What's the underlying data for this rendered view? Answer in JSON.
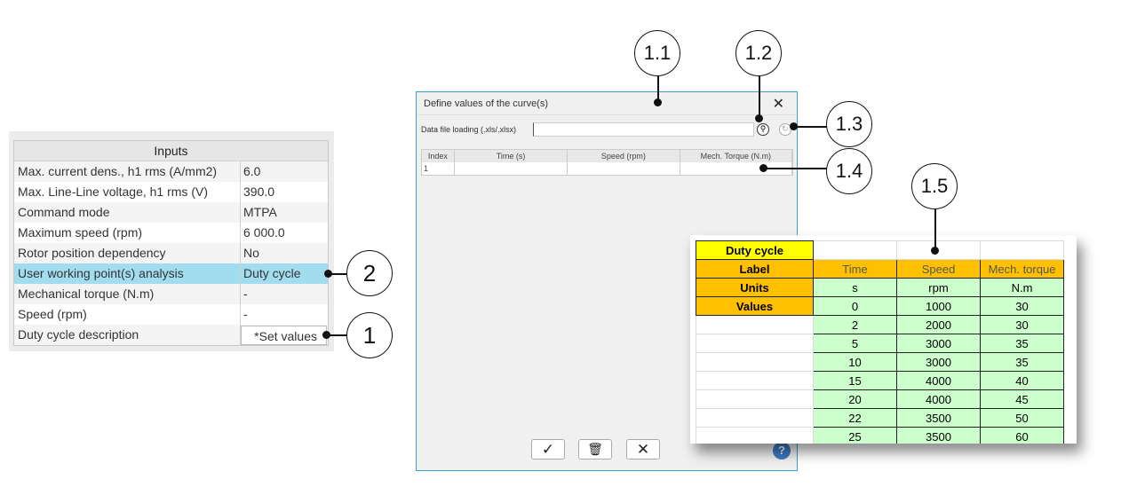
{
  "inputs_panel": {
    "title": "Inputs",
    "rows": [
      {
        "label": "Max. current dens., h1 rms (A/mm2)",
        "value": "6.0"
      },
      {
        "label": "Max. Line-Line voltage, h1 rms (V)",
        "value": "390.0"
      },
      {
        "label": "Command mode",
        "value": "MTPA"
      },
      {
        "label": "Maximum speed (rpm)",
        "value": "6 000.0"
      },
      {
        "label": "Rotor position dependency",
        "value": "No"
      },
      {
        "label": "User working point(s) analysis",
        "value": "Duty cycle"
      },
      {
        "label": "Mechanical torque (N.m)",
        "value": "-"
      },
      {
        "label": "Speed (rpm)",
        "value": "-"
      },
      {
        "label": "Duty cycle description",
        "value": "*Set values"
      }
    ]
  },
  "callouts": {
    "c1": "1",
    "c2": "2",
    "c11": "1.1",
    "c12": "1.2",
    "c13": "1.3",
    "c14": "1.4",
    "c15": "1.5"
  },
  "dialog": {
    "title": "Define values of the curve(s)",
    "close": "✕",
    "file_label": "Data file loading (.xls/.xlsx)",
    "file_value": "",
    "grid_headers": [
      "Index",
      "Time (s)",
      "Speed (rpm)",
      "Mech. Torque (N.m)"
    ],
    "grid_rows": [
      [
        "1",
        "",
        "",
        ""
      ]
    ],
    "ok": "✓",
    "delete": "🗑",
    "cancel": "✕",
    "help": "?"
  },
  "spreadsheet": {
    "title": "Duty cycle",
    "label_row": [
      "Label",
      "Time",
      "Speed",
      "Mech. torque"
    ],
    "units_row": [
      "Units",
      "s",
      "rpm",
      "N.m"
    ],
    "values_label": "Values",
    "values": [
      [
        "0",
        "1000",
        "30"
      ],
      [
        "2",
        "2000",
        "30"
      ],
      [
        "5",
        "3000",
        "35"
      ],
      [
        "10",
        "3000",
        "35"
      ],
      [
        "15",
        "4000",
        "40"
      ],
      [
        "20",
        "4000",
        "45"
      ],
      [
        "22",
        "3500",
        "50"
      ],
      [
        "25",
        "3500",
        "60"
      ]
    ]
  }
}
